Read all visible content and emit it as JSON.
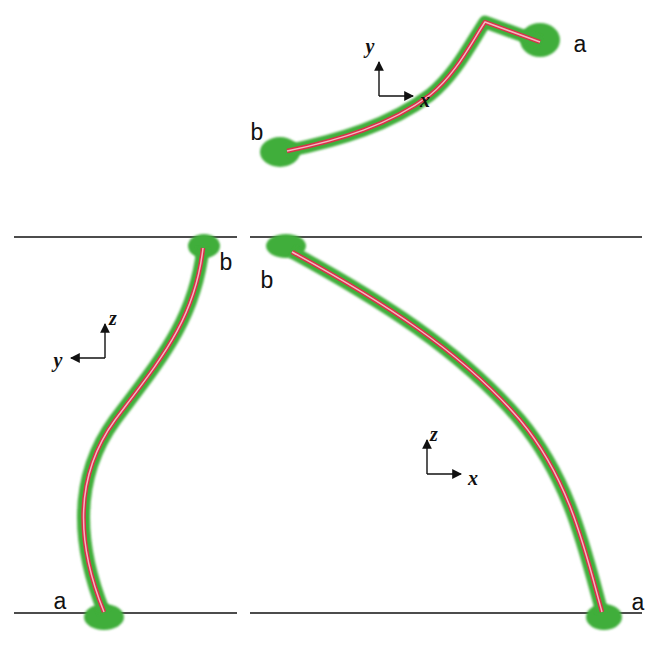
{
  "diagram": {
    "labels": [
      "y",
      "x",
      "a",
      "b",
      "b",
      "z",
      "y",
      "a",
      "b",
      "z",
      "x",
      "a"
    ]
  }
}
